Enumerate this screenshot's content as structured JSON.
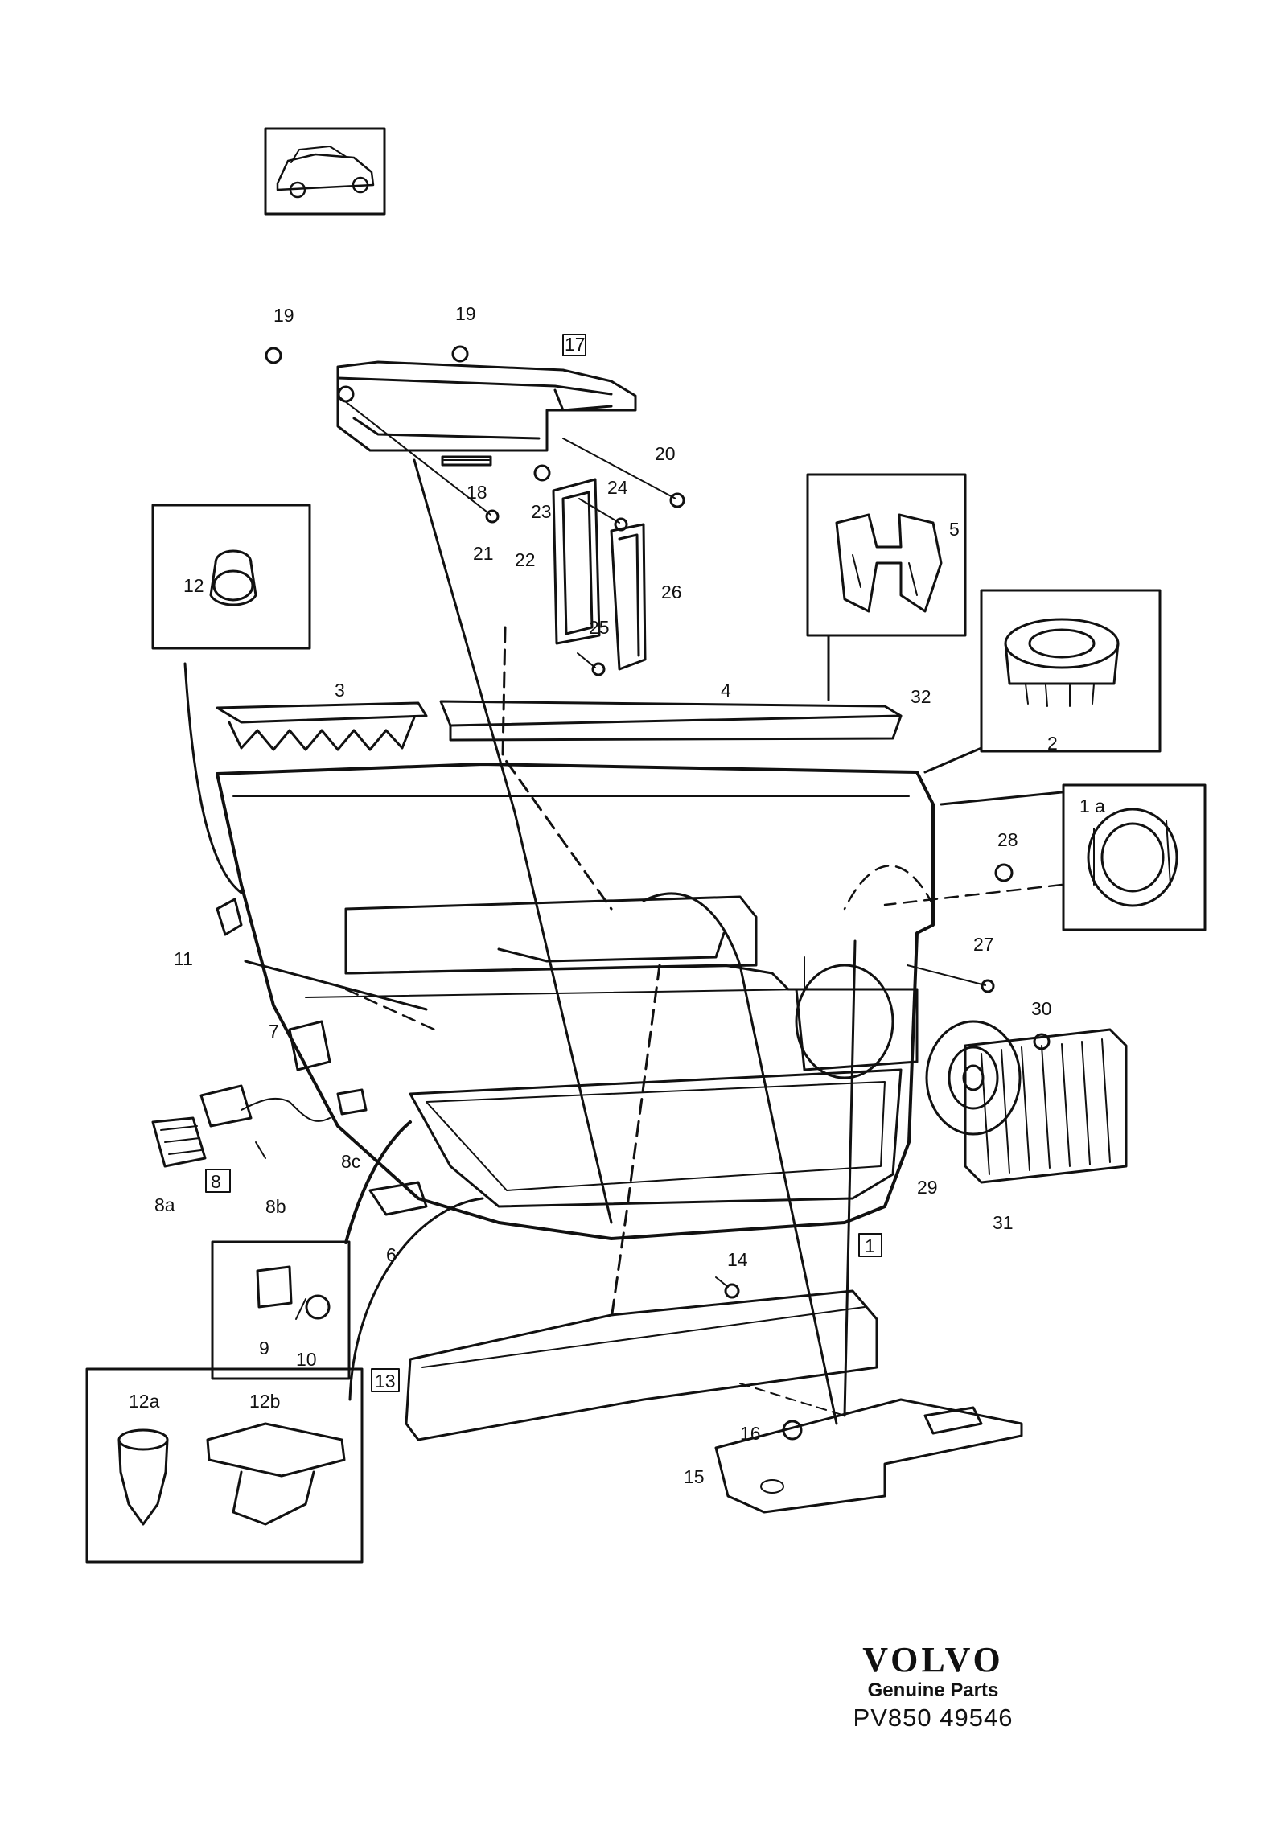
{
  "callouts": {
    "c1": "1",
    "c1a": "1 a",
    "c2": "2",
    "c3": "3",
    "c4": "4",
    "c5": "5",
    "c6": "6",
    "c7": "7",
    "c8": "8",
    "c8a": "8a",
    "c8b": "8b",
    "c8c": "8c",
    "c9": "9",
    "c10": "10",
    "c11": "11",
    "c12": "12",
    "c12a": "12a",
    "c12b": "12b",
    "c13": "13",
    "c14": "14",
    "c15": "15",
    "c16": "16",
    "c17": "17",
    "c18": "18",
    "c19a": "19",
    "c19b": "19",
    "c20": "20",
    "c21": "21",
    "c22": "22",
    "c23": "23",
    "c24": "24",
    "c25": "25",
    "c26": "26",
    "c27": "27",
    "c28": "28",
    "c29": "29",
    "c30": "30",
    "c31": "31",
    "c32": "32"
  },
  "brand": {
    "name": "VOLVO",
    "tagline": "Genuine Parts",
    "code": "PV850 49546"
  },
  "colors": {
    "ink": "#111111",
    "paper": "#ffffff"
  }
}
